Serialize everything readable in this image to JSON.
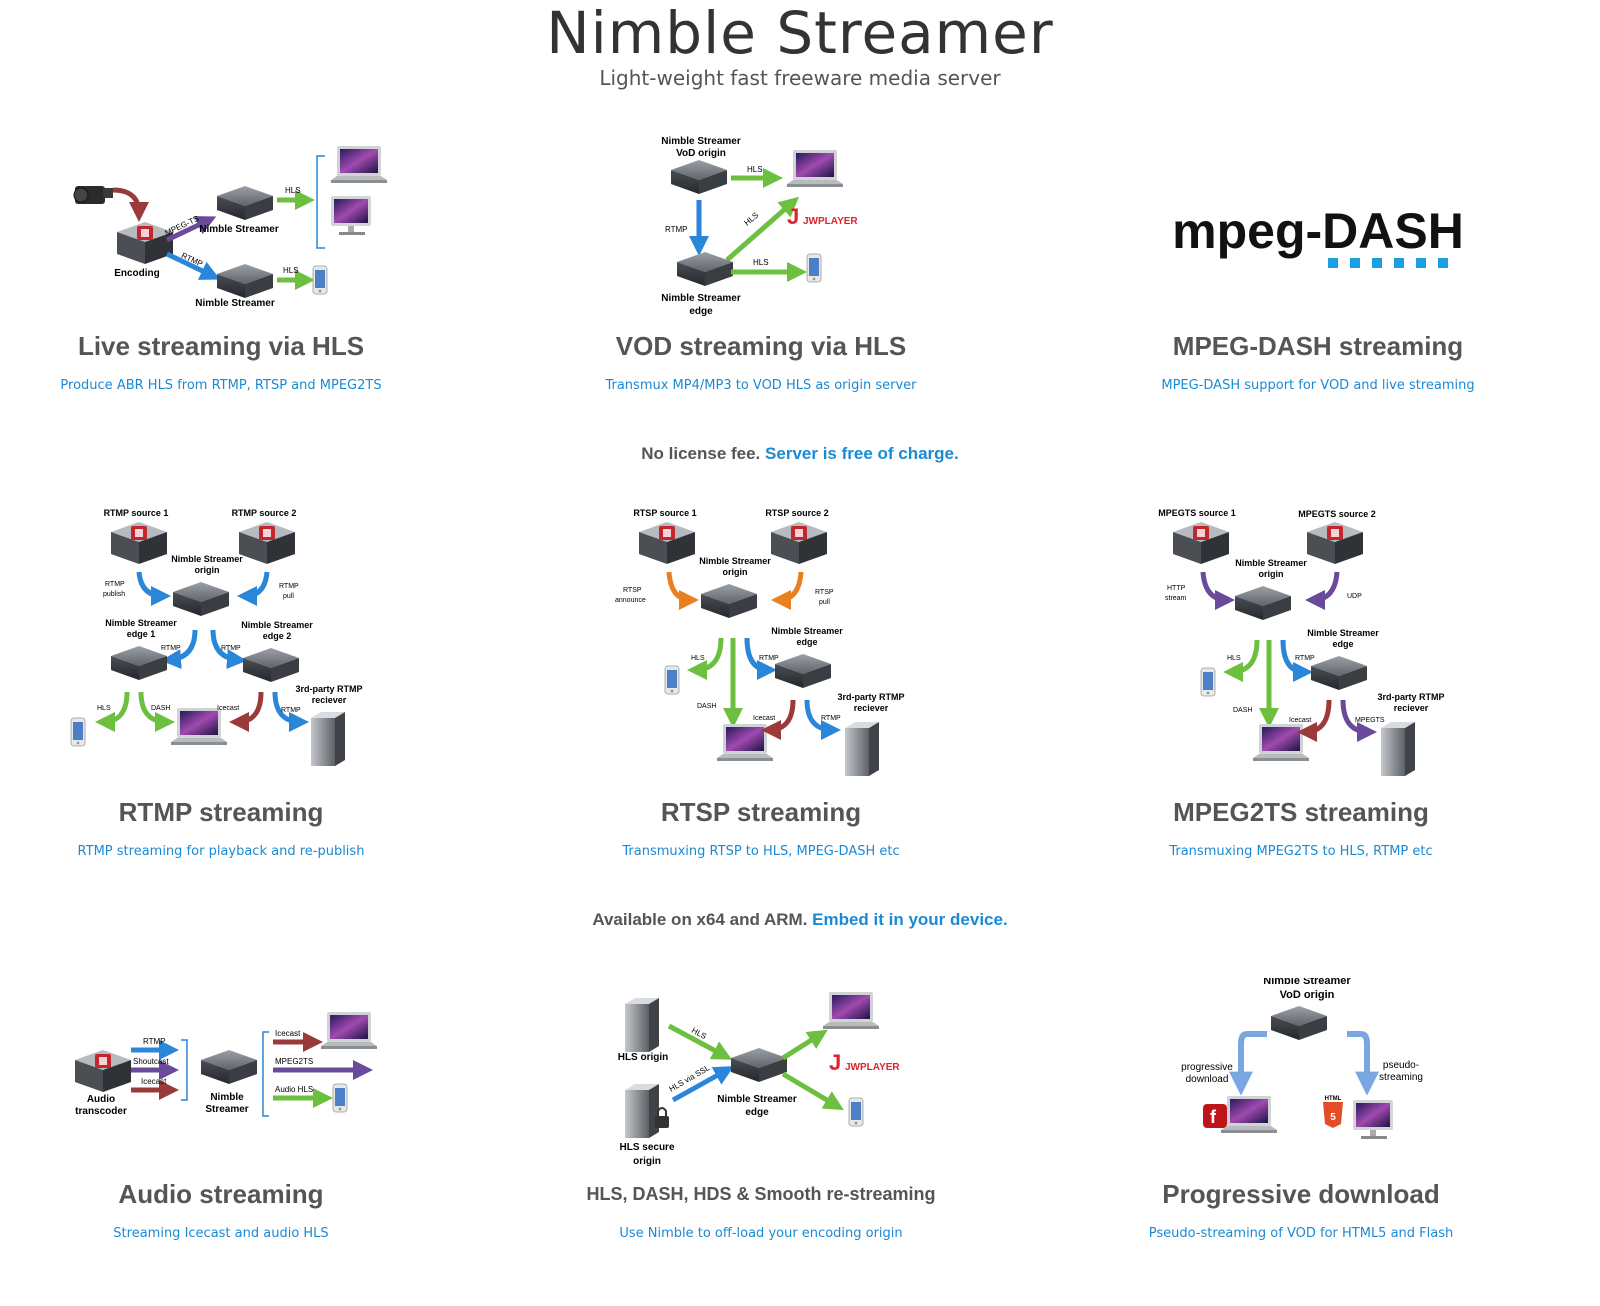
{
  "header": {
    "title": "Nimble Streamer",
    "subtitle": "Light-weight fast freeware media server"
  },
  "rows": [
    [
      {
        "title": "Live streaming via HLS",
        "link": "Produce ABR HLS from RTMP, RTSP and MPEG2TS"
      },
      {
        "title": "VOD streaming via HLS",
        "link": "Transmux MP4/MP3 to VOD HLS as origin server"
      },
      {
        "title": "MPEG-DASH streaming",
        "link": "MPEG-DASH support for VOD and live streaming"
      }
    ],
    [
      {
        "title": "RTMP streaming",
        "link": "RTMP streaming for playback and re-publish"
      },
      {
        "title": "RTSP streaming",
        "link": "Transmuxing RTSP to HLS, MPEG-DASH etc"
      },
      {
        "title": "MPEG2TS streaming",
        "link": "Transmuxing MPEG2TS to HLS, RTMP etc"
      }
    ],
    [
      {
        "title": "Audio streaming",
        "link": "Streaming Icecast and audio HLS"
      },
      {
        "title": "HLS, DASH, HDS & Smooth re-streaming",
        "link": "Use Nimble to off-load your encoding origin"
      },
      {
        "title": "Progressive download",
        "link": "Pseudo-streaming of VOD for HTML5 and Flash"
      }
    ]
  ],
  "taglines": [
    {
      "text": "No license fee.",
      "link": "Server is free of charge."
    },
    {
      "text": "Available on x64 and ARM.",
      "link": "Embed it in your device."
    }
  ],
  "diagrams": {
    "live": {
      "encoding": "Encoding",
      "server1": "Nimble Streamer",
      "server2": "Nimble Streamer",
      "mpegts": "MPEG-TS",
      "rtmp": "RTMP",
      "hls1": "HLS",
      "hls2": "HLS"
    },
    "vod": {
      "origin1": "Nimble Streamer",
      "origin2": "VoD origin",
      "edge1": "Nimble Streamer",
      "edge2": "edge",
      "hls1": "HLS",
      "hls2": "HLS",
      "hls3": "HLS",
      "rtmp": "RTMP",
      "jw": "JWPLAYER"
    },
    "dash": {
      "logo": "mpeg-DASH"
    },
    "rtmp": {
      "src1": "RTMP source 1",
      "src2": "RTMP source 2",
      "origin1": "Nimble Streamer",
      "origin2": "origin",
      "pub1": "RTMP",
      "pub2": "publish",
      "pull1": "RTMP",
      "pull2": "pull",
      "edge1a": "Nimble Streamer",
      "edge1b": "edge 1",
      "edge2a": "Nimble Streamer",
      "edge2b": "edge 2",
      "rtmpA": "RTMP",
      "rtmpB": "RTMP",
      "hls": "HLS",
      "dash": "DASH",
      "icecast": "Icecast",
      "rtmpC": "RTMP",
      "third1": "3rd-party RTMP",
      "third2": "reciever"
    },
    "rtsp": {
      "src1": "RTSP source 1",
      "src2": "RTSP source 2",
      "origin1": "Nimble Streamer",
      "origin2": "origin",
      "ann1": "RTSP",
      "ann2": "announce",
      "pull1": "RTSP",
      "pull2": "pull",
      "edge1": "Nimble Streamer",
      "edge2": "edge",
      "hls": "HLS",
      "rtmpA": "RTMP",
      "dash": "DASH",
      "icecast": "Icecast",
      "rtmpB": "RTMP",
      "third1": "3rd-party RTMP",
      "third2": "reciever"
    },
    "mpegts": {
      "src1": "MPEGTS source 1",
      "src2": "MPEGTS source 2",
      "origin1": "Nimble Streamer",
      "origin2": "origin",
      "http1": "HTTP",
      "http2": "stream",
      "udp": "UDP",
      "edge1": "Nimble Streamer",
      "edge2": "edge",
      "hls": "HLS",
      "rtmp": "RTMP",
      "dash": "DASH",
      "icecast": "Icecast",
      "mpegts": "MPEGTS",
      "third1": "3rd-party RTMP",
      "third2": "reciever"
    },
    "audio": {
      "trans1": "Audio",
      "trans2": "transcoder",
      "rtmp": "RTMP",
      "shoutcast": "Shoutcast",
      "icecast": "Icecast",
      "ns1": "Nimble",
      "ns2": "Streamer",
      "out1": "Icecast",
      "out2": "MPEG2TS",
      "out3": "Audio HLS"
    },
    "restream": {
      "origin": "HLS origin",
      "secure1": "HLS secure",
      "secure2": "origin",
      "hls": "HLS",
      "ssl": "HLS via SSL",
      "edge1": "Nimble Streamer",
      "edge2": "edge",
      "jw": "JWPLAYER"
    },
    "progressive": {
      "vod1": "Nimble Streamer",
      "vod2": "VoD origin",
      "prog1": "progressive",
      "prog2": "download",
      "pseudo1": "pseudo-",
      "pseudo2": "streaming",
      "html": "HTML"
    }
  }
}
